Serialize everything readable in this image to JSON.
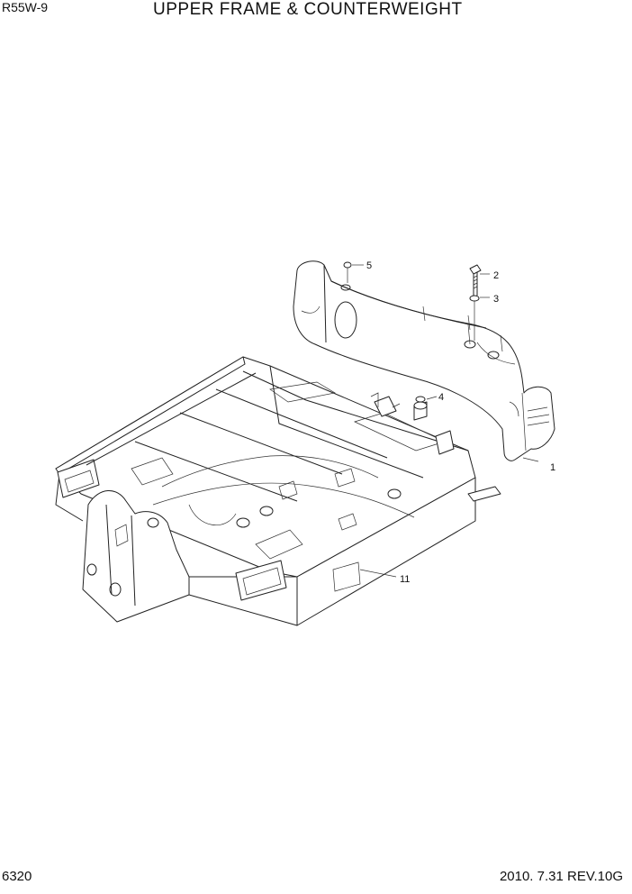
{
  "header": {
    "model": "R55W-9",
    "title": "UPPER FRAME & COUNTERWEIGHT"
  },
  "footer": {
    "page": "6320",
    "revision": "2010. 7.31  REV.10G"
  },
  "callouts": [
    {
      "id": "callout-1",
      "label": "1"
    },
    {
      "id": "callout-2",
      "label": "2"
    },
    {
      "id": "callout-3",
      "label": "3"
    },
    {
      "id": "callout-4",
      "label": "4"
    },
    {
      "id": "callout-5",
      "label": "5"
    },
    {
      "id": "callout-11",
      "label": "11"
    }
  ]
}
